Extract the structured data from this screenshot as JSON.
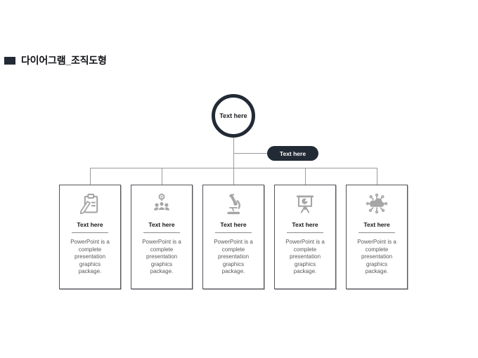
{
  "slide": {
    "title": "다이어그램_조직도형"
  },
  "colors": {
    "background": "#FFFFFF",
    "dark": "#222A35",
    "line": "#9B9B9B",
    "box-border": "#51535A",
    "icon": "#A6A6A6",
    "label": "#17181C",
    "divider": "#8C8C8C",
    "body": "#595959",
    "pill-text": "#FFFFFF"
  },
  "root": {
    "label": "Text here"
  },
  "branch": {
    "label": "Text here"
  },
  "cards": [
    {
      "icon": "clipboard-pencil-icon",
      "label": "Text here",
      "body": "PowerPoint is a complete presentation graphics package."
    },
    {
      "icon": "team-location-icon",
      "label": "Text here",
      "body": "PowerPoint is a complete presentation graphics package."
    },
    {
      "icon": "microscope-icon",
      "label": "Text here",
      "body": "PowerPoint is a complete presentation graphics package."
    },
    {
      "icon": "presentation-chart-icon",
      "label": "Text here",
      "body": "PowerPoint is a complete presentation graphics package."
    },
    {
      "icon": "cloud-network-icon",
      "label": "Text here",
      "body": "PowerPoint is a complete presentation graphics package."
    }
  ]
}
